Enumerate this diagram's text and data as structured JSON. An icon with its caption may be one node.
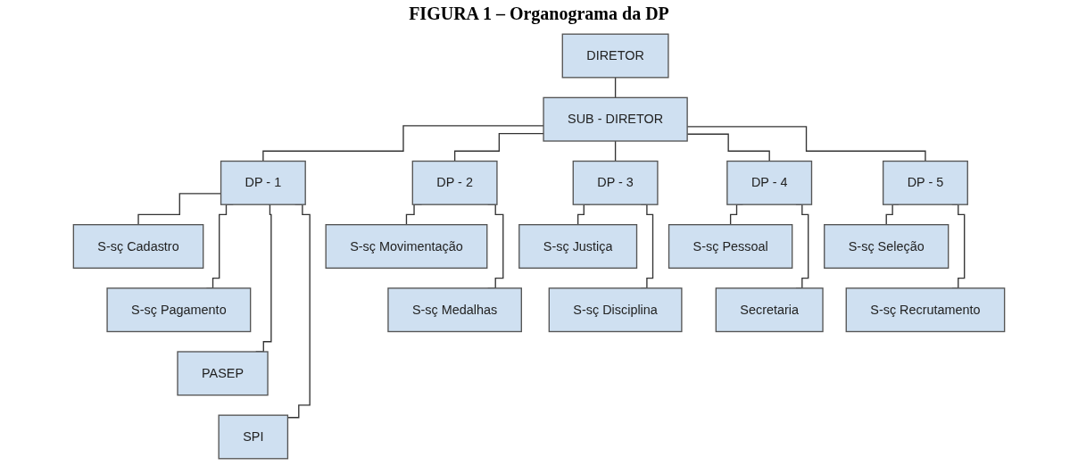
{
  "diagram": {
    "title": "FIGURA 1 – Organograma da DP",
    "nodes": [
      {
        "text": [
          "DIRETOR"
        ]
      },
      {
        "text": [
          "SUB - DIRETOR"
        ]
      },
      {
        "text": [
          "DP - 1"
        ]
      },
      {
        "text": [
          "DP - 2"
        ]
      },
      {
        "text": [
          "DP - 3"
        ]
      },
      {
        "text": [
          "DP - 4"
        ]
      },
      {
        "text": [
          "DP - 5"
        ]
      },
      {
        "text": [
          "S-sç Cadastro"
        ]
      },
      {
        "text": [
          "S-sç Pagamento"
        ]
      },
      {
        "text": [
          "PASEP"
        ]
      },
      {
        "text": [
          "SPI"
        ]
      },
      {
        "text": [
          "S-sç Movimentação"
        ]
      },
      {
        "text": [
          "S-sç Medalhas"
        ]
      },
      {
        "text": [
          "S-sç Justiça"
        ]
      },
      {
        "text": [
          "S-sç Disciplina"
        ]
      },
      {
        "text": [
          "S-sç Pessoal"
        ]
      },
      {
        "text": [
          "Secretaria"
        ]
      },
      {
        "text": [
          "S-sç Seleção"
        ]
      },
      {
        "text": [
          "S-sç Recrutamento"
        ]
      }
    ],
    "edges": [
      {
        "from": 0,
        "to": 1,
        "arrow": "none"
      },
      {
        "from": 1,
        "to": 2,
        "arrow": "none"
      },
      {
        "from": 1,
        "to": 3,
        "arrow": "none"
      },
      {
        "from": 1,
        "to": 4,
        "arrow": "none"
      },
      {
        "from": 1,
        "to": 5,
        "arrow": "none"
      },
      {
        "from": 1,
        "to": 6,
        "arrow": "none"
      },
      {
        "from": 2,
        "to": 7,
        "arrow": "none"
      },
      {
        "from": 2,
        "to": 8,
        "arrow": "none"
      },
      {
        "from": 2,
        "to": 9,
        "arrow": "none"
      },
      {
        "from": 2,
        "to": 10,
        "arrow": "none"
      },
      {
        "from": 3,
        "to": 11,
        "arrow": "none"
      },
      {
        "from": 3,
        "to": 12,
        "arrow": "none"
      },
      {
        "from": 4,
        "to": 13,
        "arrow": "none"
      },
      {
        "from": 4,
        "to": 14,
        "arrow": "none"
      },
      {
        "from": 5,
        "to": 15,
        "arrow": "none"
      },
      {
        "from": 5,
        "to": 16,
        "arrow": "none"
      },
      {
        "from": 6,
        "to": 17,
        "arrow": "none"
      },
      {
        "from": 6,
        "to": 18,
        "arrow": "none"
      }
    ]
  }
}
